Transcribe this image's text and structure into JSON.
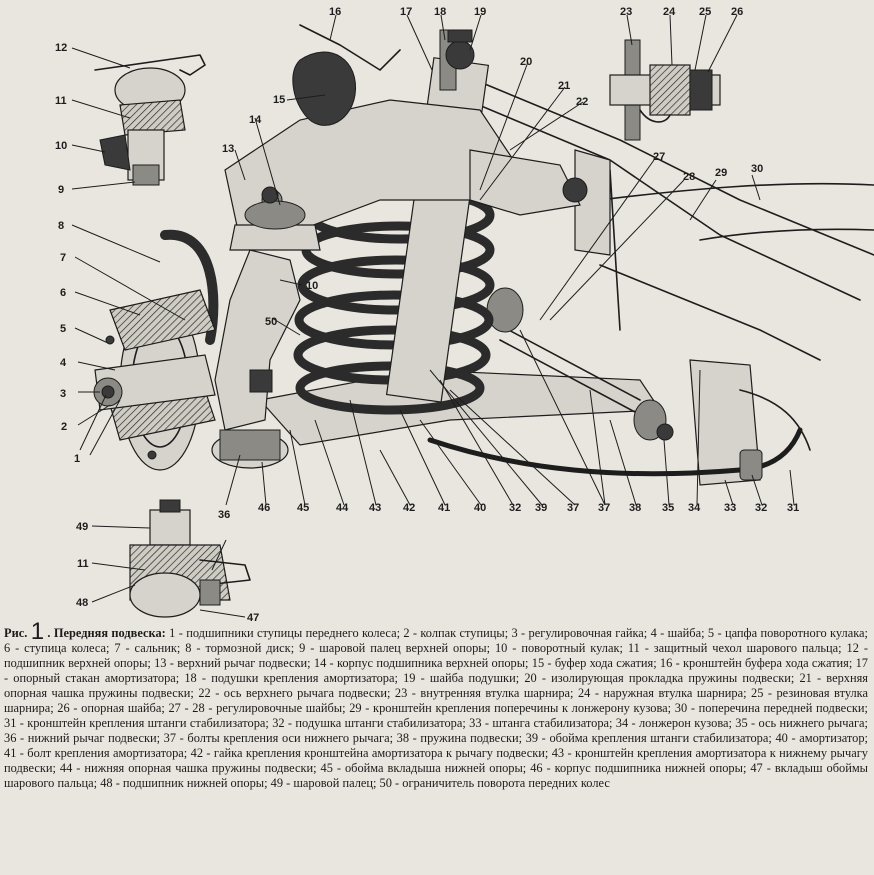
{
  "callouts": [
    "1",
    "2",
    "3",
    "4",
    "5",
    "6",
    "7",
    "8",
    "9",
    "10",
    "11",
    "12",
    "13",
    "14",
    "15",
    "16",
    "17",
    "18",
    "19",
    "20",
    "21",
    "22",
    "23",
    "24",
    "25",
    "26",
    "27",
    "28",
    "29",
    "30",
    "31",
    "32",
    "33",
    "34",
    "35",
    "36",
    "37",
    "38",
    "39",
    "40",
    "41",
    "42",
    "43",
    "44",
    "45",
    "46",
    "47",
    "48",
    "49",
    "50"
  ],
  "caption": {
    "prefix": "Рис.",
    "figure_number": "1",
    "title": ". Передняя подвеска:",
    "body": "1 - подшипники ступицы переднего колеса; 2 - колпак ступицы; 3 - регулировочная гайка; 4 - шайба; 5 - цапфа поворотного кулака; 6 - ступица колеса; 7 - сальник; 8 - тормозной диск; 9 - шаровой палец верхней опоры; 10 - поворотный кулак; 11 - защитный чехол шарового пальца; 12 - подшипник верхней опоры; 13 - верхний рычаг подвески; 14 - корпус подшипника верхней опоры; 15 - буфер хода сжатия; 16 - кронштейн буфера хода сжатия; 17 - опорный стакан амортизатора; 18 - подушки крепления амортизатора; 19 - шайба подушки; 20 - изолирующая прокладка пружины подвески; 21 - верхняя опорная чашка пружины подвески; 22 - ось верхнего рычага подвески; 23 - внутренняя втулка шарнира; 24 - наружная втулка шарнира; 25 - резиновая втулка шарнира; 26 - опорная шайба; 27 - 28 - регулировочные шайбы; 29 - кронштейн крепления поперечины к лонжерону кузова; 30 - поперечина передней подвески; 31 - кронштейн крепления штанги стабилизатора; 32 - подушка штанги стабилизатора; 33 - штанга стабилизатора; 34 - лонжерон кузова; 35 - ось нижнего рычага; 36 - нижний рычаг подвески; 37 - болты крепления оси нижнего рычага; 38 - пружина подвески; 39 - обойма крепления штанги стабилизатора; 40 - амортизатор; 41 - болт крепления амортизатора; 42 - гайка крепления кронштейна амортизатора к рычагу подвески; 43 - кронштейн крепления амортизатора к нижнему рычагу подвески; 44 - нижняя опорная чашка пружины подвески; 45 - обойма вкладыша нижней опоры; 46 - корпус подшипника нижней опоры; 47 - вкладыш обоймы шарового пальца; 48 - подшипник нижней опоры; 49 - шаровой палец; 50 - ограничитель поворота передних колес"
  }
}
